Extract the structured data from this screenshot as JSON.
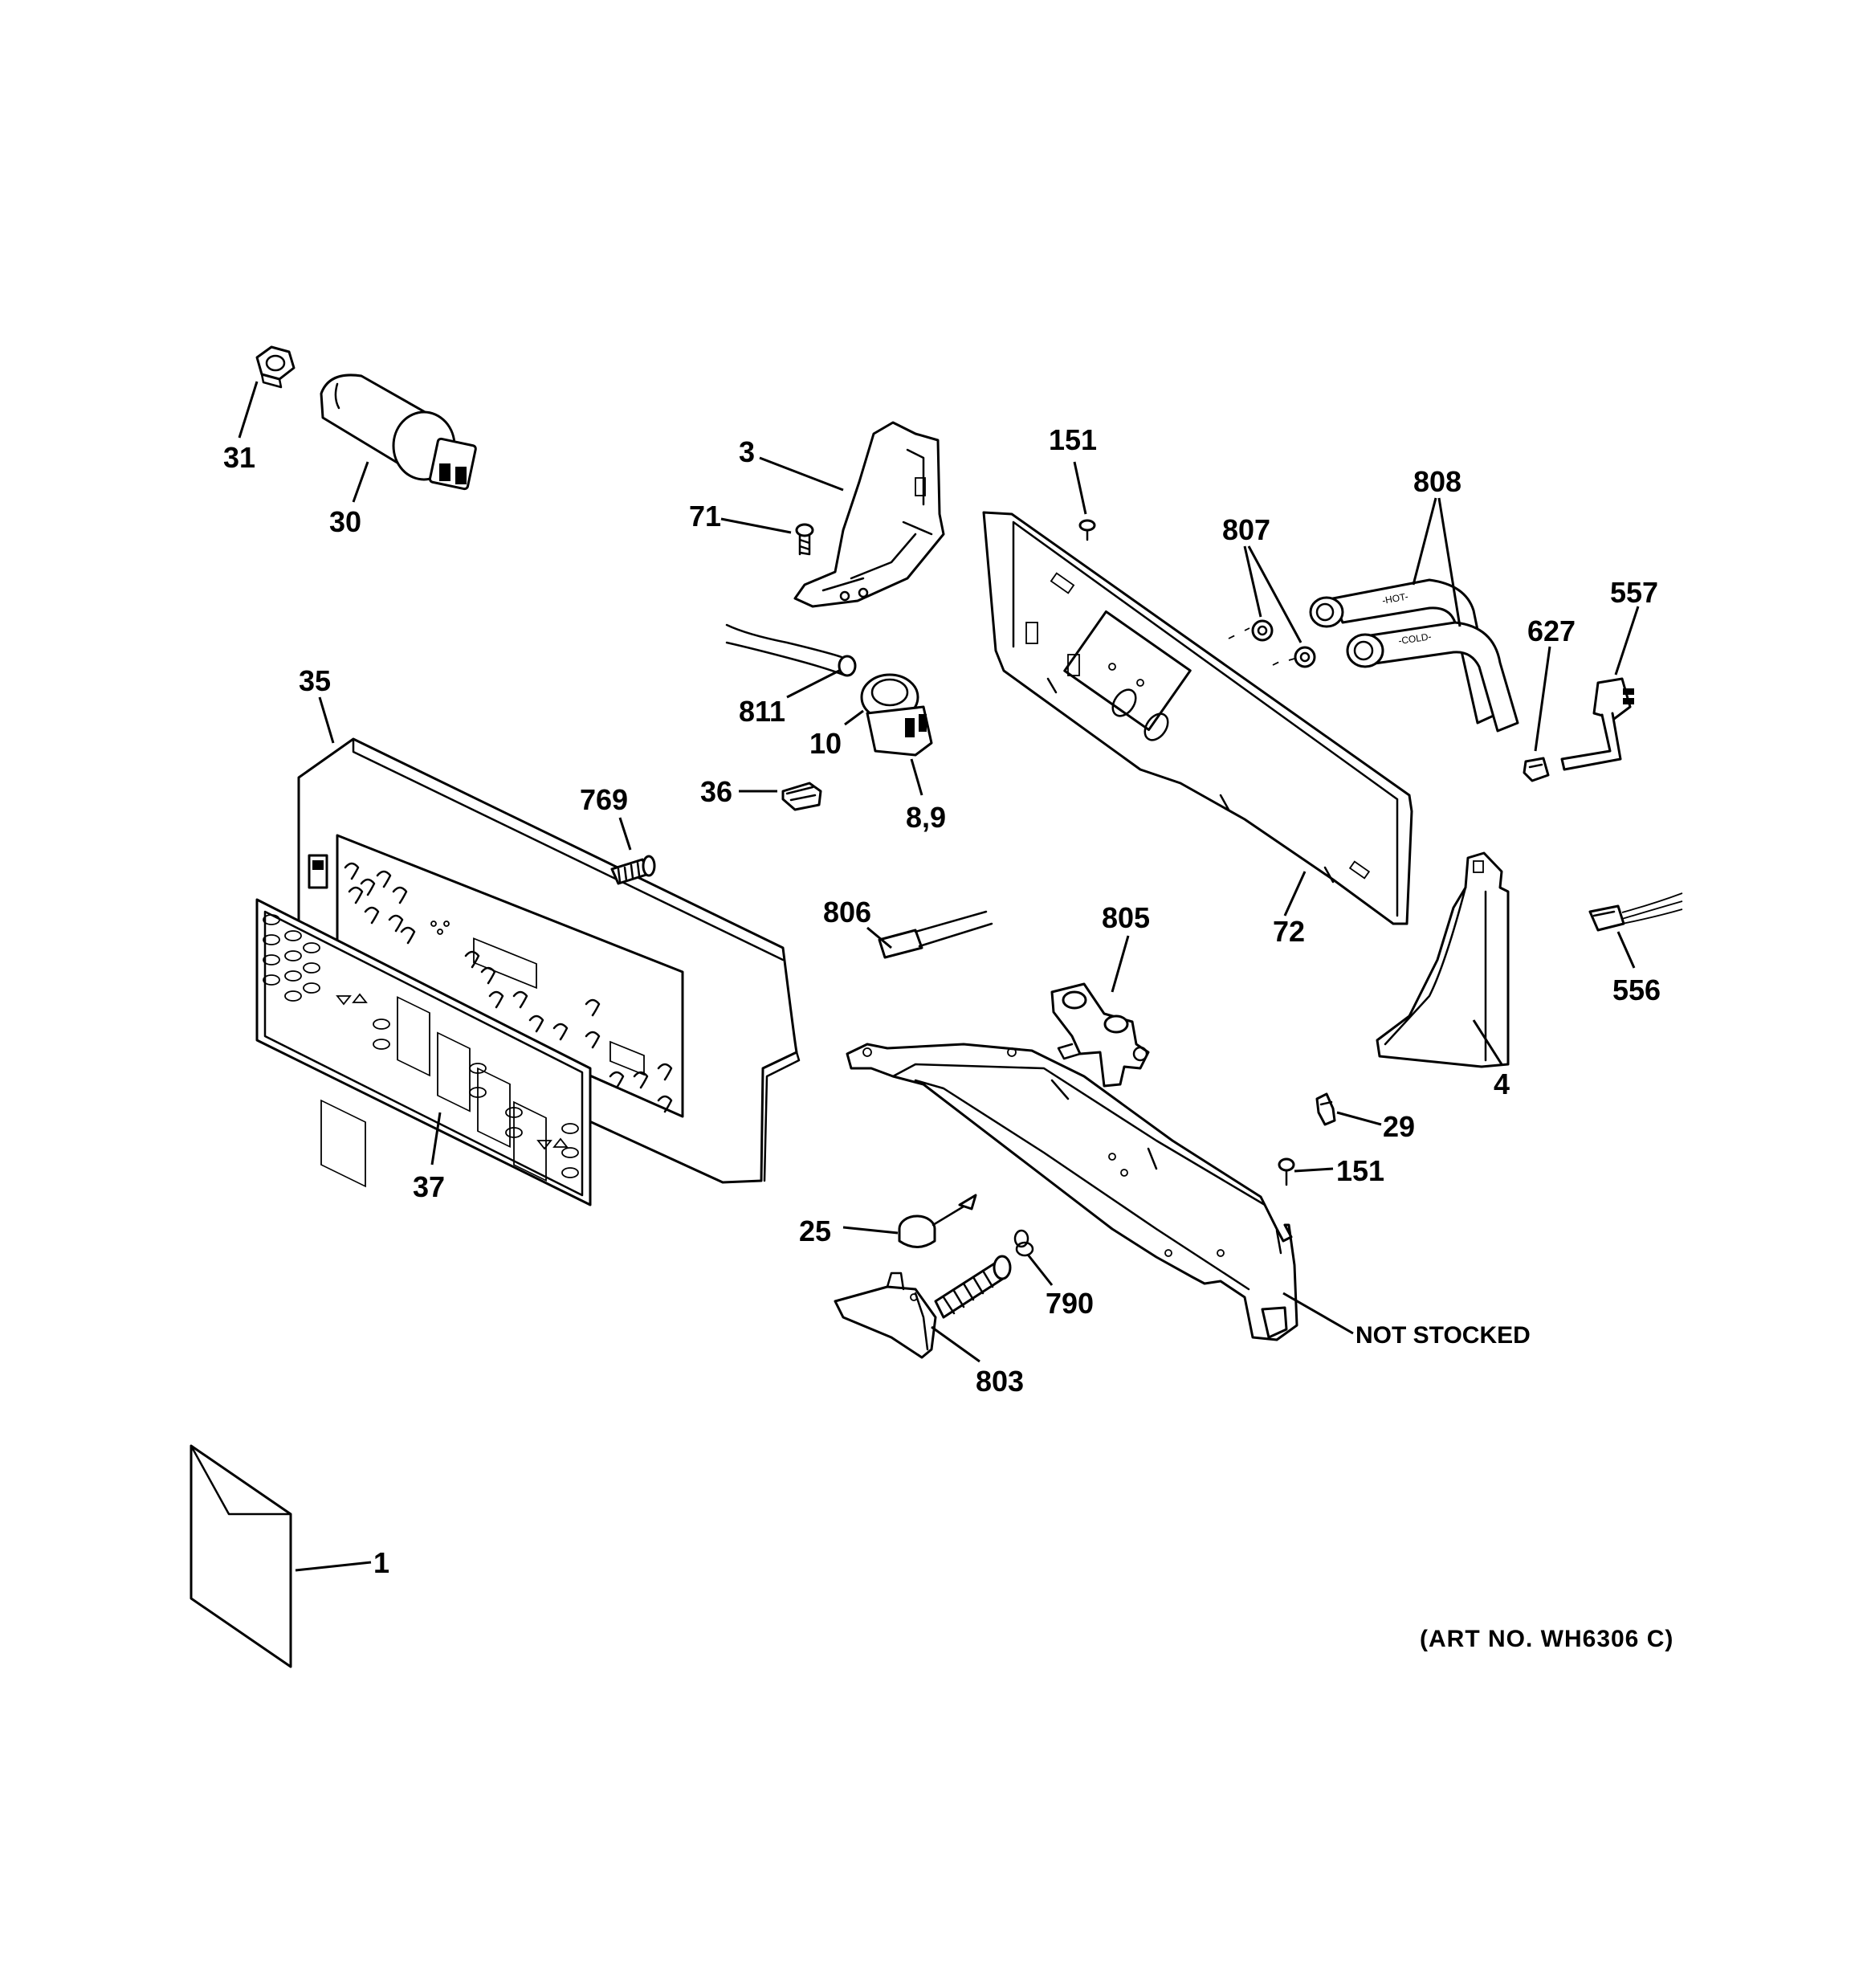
{
  "diagram": {
    "callouts": [
      {
        "id": "31",
        "text": "31"
      },
      {
        "id": "30",
        "text": "30"
      },
      {
        "id": "3",
        "text": "3"
      },
      {
        "id": "71",
        "text": "71"
      },
      {
        "id": "151a",
        "text": "151"
      },
      {
        "id": "808",
        "text": "808"
      },
      {
        "id": "807",
        "text": "807"
      },
      {
        "id": "557",
        "text": "557"
      },
      {
        "id": "627",
        "text": "627"
      },
      {
        "id": "811",
        "text": "811"
      },
      {
        "id": "10",
        "text": "10"
      },
      {
        "id": "8-9",
        "text": "8,9"
      },
      {
        "id": "36",
        "text": "36"
      },
      {
        "id": "35",
        "text": "35"
      },
      {
        "id": "769",
        "text": "769"
      },
      {
        "id": "72",
        "text": "72"
      },
      {
        "id": "806",
        "text": "806"
      },
      {
        "id": "805",
        "text": "805"
      },
      {
        "id": "556",
        "text": "556"
      },
      {
        "id": "4",
        "text": "4"
      },
      {
        "id": "29",
        "text": "29"
      },
      {
        "id": "151b",
        "text": "151"
      },
      {
        "id": "37",
        "text": "37"
      },
      {
        "id": "25",
        "text": "25"
      },
      {
        "id": "790",
        "text": "790"
      },
      {
        "id": "803",
        "text": "803"
      },
      {
        "id": "not-stocked",
        "text": "NOT STOCKED"
      },
      {
        "id": "1",
        "text": "1"
      }
    ],
    "hose_labels": {
      "hot": "-HOT-",
      "cold": "-COLD-"
    },
    "art_number": "(ART NO. WH6306 C)"
  }
}
